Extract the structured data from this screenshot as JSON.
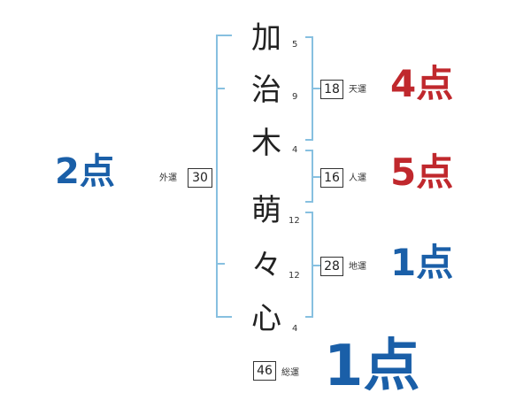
{
  "characters": [
    {
      "char": "加",
      "strokes": "5"
    },
    {
      "char": "治",
      "strokes": "9"
    },
    {
      "char": "木",
      "strokes": "4"
    },
    {
      "char": "萌",
      "strokes": "12"
    },
    {
      "char": "々",
      "strokes": "12"
    },
    {
      "char": "心",
      "strokes": "4"
    }
  ],
  "gaiun": {
    "label": "外運",
    "value": "30",
    "score": "2点"
  },
  "tenun": {
    "label": "天運",
    "value": "18",
    "score": "4点"
  },
  "jinun": {
    "label": "人運",
    "value": "16",
    "score": "5点"
  },
  "chiun": {
    "label": "地運",
    "value": "28",
    "score": "1点"
  },
  "souun": {
    "label": "総運",
    "value": "46",
    "score": "1点"
  },
  "colors": {
    "bracket": "#87c0e0",
    "red": "#c0282d",
    "blue": "#1a5fa8",
    "text": "#222222"
  }
}
